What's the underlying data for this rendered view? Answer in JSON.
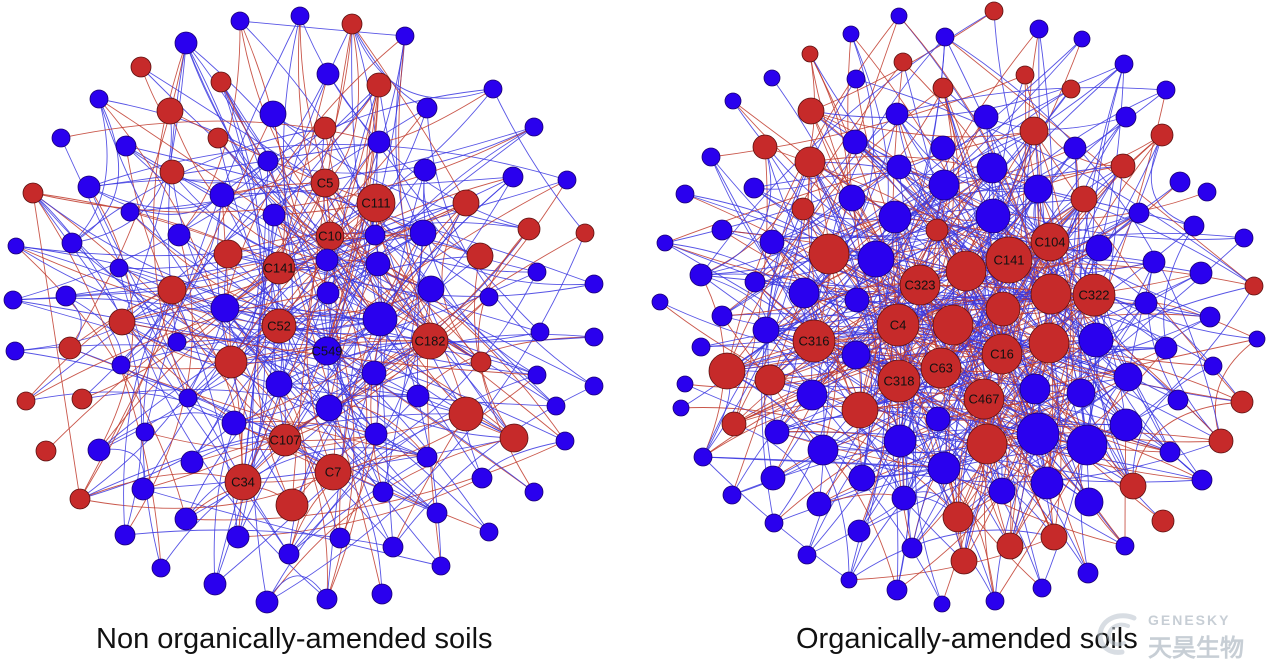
{
  "panels": [
    {
      "title": "Non organically-amended soils",
      "labels": [
        "C5",
        "C111",
        "C10",
        "C141",
        "C52",
        "C549",
        "C182",
        "C107",
        "C34",
        "C7"
      ]
    },
    {
      "title": "Organically-amended soils",
      "labels": [
        "C104",
        "C141",
        "C323",
        "C322",
        "C4",
        "C316",
        "C16",
        "C63",
        "C318",
        "C467"
      ]
    }
  ],
  "watermark": {
    "latin": "GENESKY",
    "cjk": "天昊生物"
  },
  "colors": {
    "red_node": "#c62a2a",
    "blue_node": "#2a00ee",
    "red_edge": "#c0392b",
    "blue_edge": "#3a36e0",
    "node_outline": "#5a1010"
  }
}
